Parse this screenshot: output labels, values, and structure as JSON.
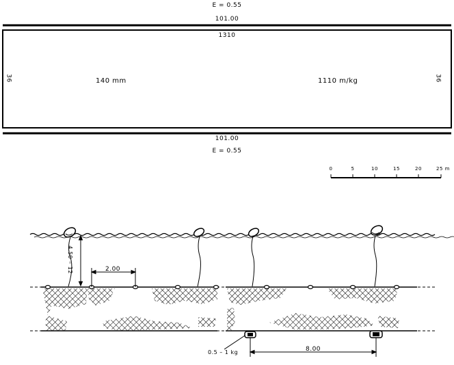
{
  "net_plan": {
    "top_hanging": "E = 0.55",
    "top_rope_length": "101.00",
    "panel_meshes_length": "1310",
    "mesh_size": "140 mm",
    "twine": "1110 m/kg",
    "depth_left": "36",
    "depth_right": "36",
    "bottom_rope_length": "101.00",
    "bottom_hanging": "E = 0.55"
  },
  "scale_bar": {
    "ticks": [
      "0",
      "5",
      "10",
      "15",
      "20",
      "25 m"
    ]
  },
  "rigging": {
    "float_line_length": "4.50 – 12",
    "float_spacing": "2.00",
    "sinker_weight": "0.5 – 1 kg",
    "sinker_spacing": "8.00"
  }
}
